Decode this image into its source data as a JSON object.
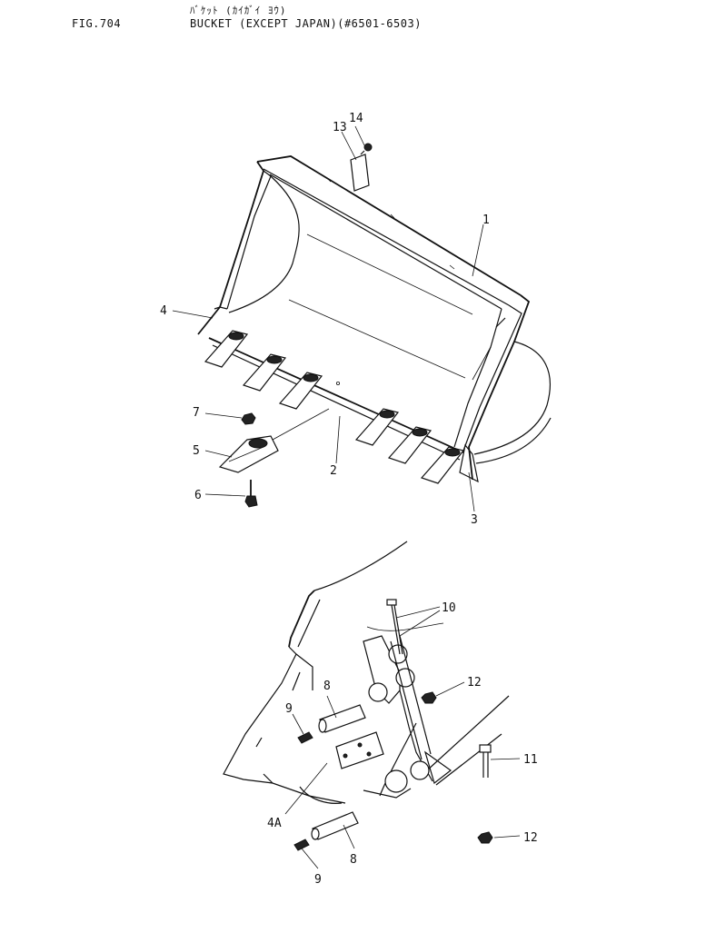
{
  "header": {
    "figure_number": "FIG.704",
    "title_japanese": "ﾊﾞｹｯﾄ (ｶｲｶﾞｲ ﾖｳ)",
    "title_english": "BUCKET (EXCEPT JAPAN)(#6501-6503)"
  },
  "callouts": {
    "c1": "1",
    "c2": "2",
    "c3": "3",
    "c4": "4",
    "c4a": "4A",
    "c5": "5",
    "c6": "6",
    "c7": "7",
    "c8a": "8",
    "c8b": "8",
    "c9a": "9",
    "c9b": "9",
    "c10": "10",
    "c11": "11",
    "c12a": "12",
    "c12b": "12",
    "c13": "13",
    "c14": "14"
  }
}
